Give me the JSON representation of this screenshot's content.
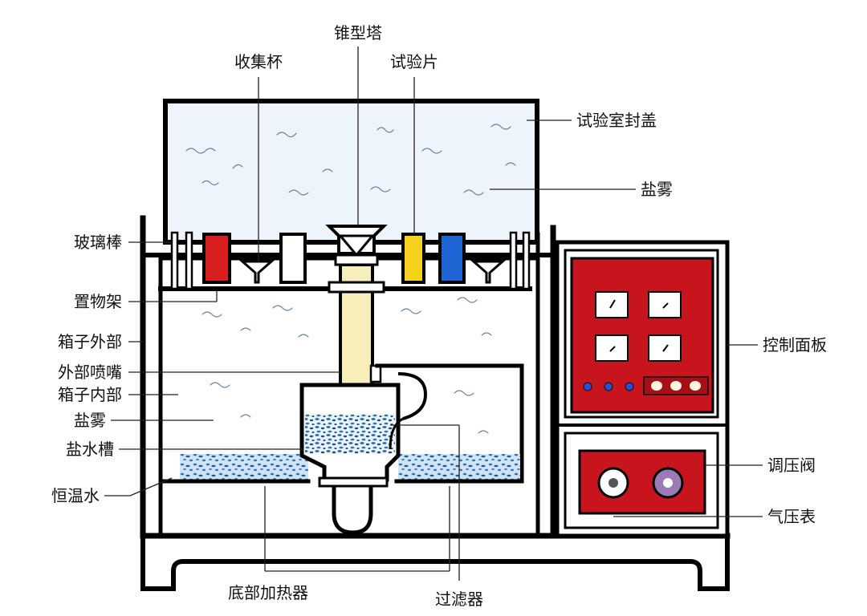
{
  "labels": {
    "cone_tower": "锥型塔",
    "collection_cup": "收集杯",
    "test_piece": "试验片",
    "chamber_cover": "试验室封盖",
    "salt_fog_top": "盐雾",
    "glass_rod": "玻璃棒",
    "shelf": "置物架",
    "box_exterior": "箱子外部",
    "external_nozzle": "外部喷嘴",
    "box_interior": "箱子内部",
    "salt_fog_inner": "盐雾",
    "brine_tank": "盐水槽",
    "constant_temp_water": "恒温水",
    "control_panel": "控制面板",
    "pressure_valve": "调压阀",
    "pressure_gauge": "气压表",
    "bottom_heater": "底部加热器",
    "filter": "过滤器"
  },
  "colors": {
    "panel_red": "#c8141c",
    "sample_red": "#d81e1e",
    "sample_yellow": "#f5d21e",
    "sample_blue": "#1e64d2",
    "tower_fill": "#f7eebc",
    "cover_fill": "#eef4fb",
    "water_blue": "#2e6fb0",
    "mist_line": "#6a7f9a"
  }
}
